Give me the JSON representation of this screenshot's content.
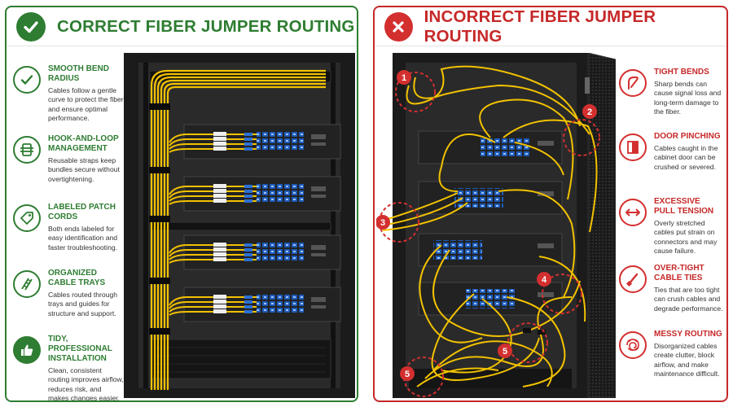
{
  "correct": {
    "title": "CORRECT FIBER JUMPER ROUTING",
    "items": [
      {
        "heading": "SMOOTH BEND RADIUS",
        "description": "Cables follow a gentle curve to protect the fiber and ensure optimal performance.",
        "icon": "check-icon"
      },
      {
        "heading": "HOOK-AND-LOOP MANAGEMENT",
        "description": "Reusable straps keep bundles secure without overtightening.",
        "icon": "strap-icon"
      },
      {
        "heading": "LABELED PATCH CORDS",
        "description": "Both ends labeled for easy identification and faster troubleshooting.",
        "icon": "tag-icon"
      },
      {
        "heading": "ORGANIZED CABLE TRAYS",
        "description": "Cables routed through trays and guides for structure and support.",
        "icon": "ladder-tray-icon"
      },
      {
        "heading": "TIDY, PROFESSIONAL INSTALLATION",
        "description": "Clean, consistent routing improves airflow, reduces risk, and makes changes easier.",
        "icon": "thumbs-up-icon"
      }
    ]
  },
  "incorrect": {
    "title": "INCORRECT FIBER JUMPER ROUTING",
    "items": [
      {
        "heading": "TIGHT BENDS",
        "description": "Sharp bends can cause signal loss and long-term damage to the fiber.",
        "icon": "sharp-bend-icon"
      },
      {
        "heading": "DOOR PINCHING",
        "description": "Cables caught in the cabinet door can be crushed or severed.",
        "icon": "door-icon"
      },
      {
        "heading": "EXCESSIVE PULL TENSION",
        "description": "Overly stretched cables put strain on connectors and may cause failure.",
        "icon": "double-arrow-icon"
      },
      {
        "heading": "OVER-TIGHT CABLE TIES",
        "description": "Ties that are too tight can crush cables and degrade performance.",
        "icon": "cable-tie-icon"
      },
      {
        "heading": "MESSY ROUTING",
        "description": "Disorganized cables create clutter, block airflow, and make maintenance difficult.",
        "icon": "tangle-icon"
      }
    ],
    "markers": [
      "1",
      "2",
      "3",
      "4",
      "5",
      "5"
    ]
  },
  "colors": {
    "good": "#2e7d32",
    "bad": "#c62828",
    "cable": "#f2c200",
    "port": "#1e5bb8",
    "rack": "#1b1b1b"
  }
}
